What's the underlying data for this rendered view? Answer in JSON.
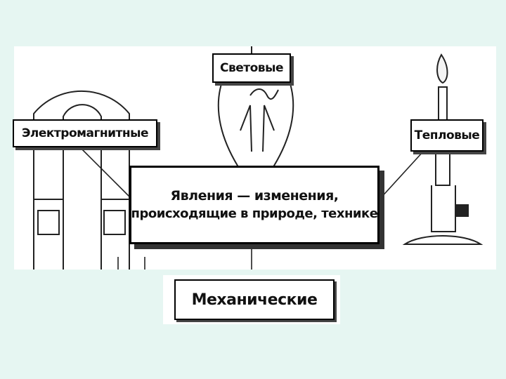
{
  "diagram": {
    "center": {
      "line1": "Явления — изменения,",
      "line2": "происходящие в природе, технике"
    },
    "categories": {
      "light": "Световые",
      "electromagnetic": "Электромагнитные",
      "thermal": "Тепловые",
      "mechanical": "Механические"
    },
    "illustrations": [
      "horseshoe-magnet-icon",
      "light-bulb-icon",
      "candle-icon"
    ]
  }
}
